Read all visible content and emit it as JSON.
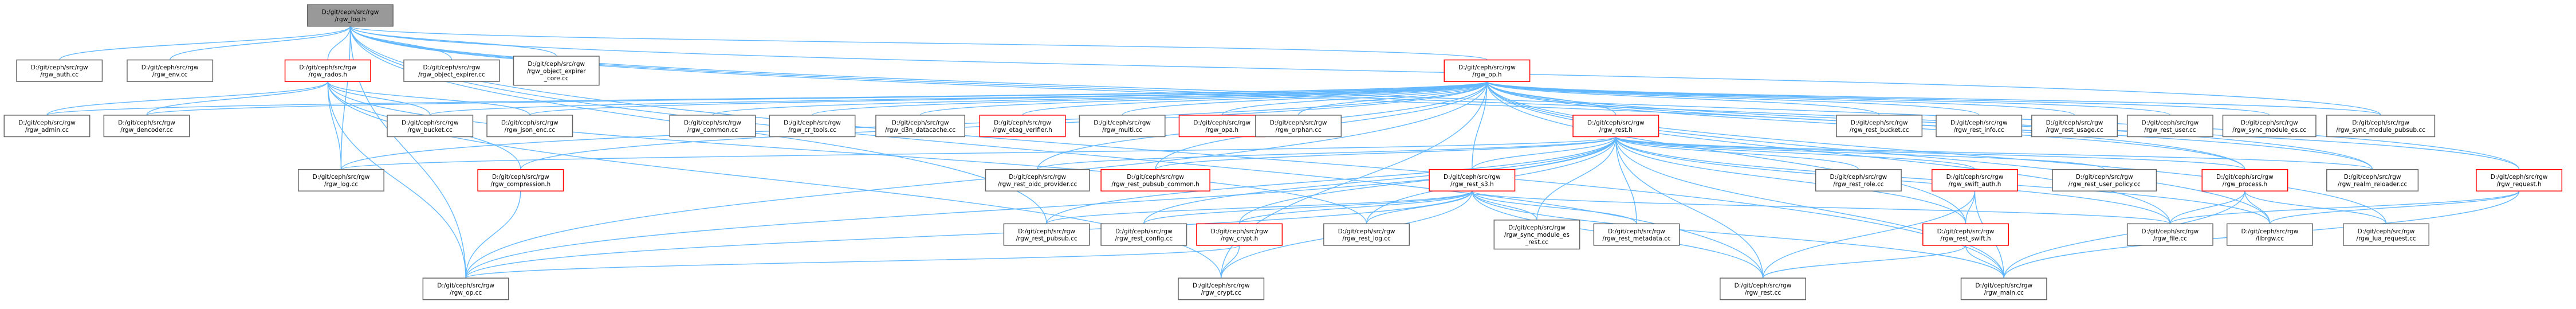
{
  "colors": {
    "edge": "#63b8ff",
    "node_border": "#666666",
    "node_border_incomplete": "#ff0000",
    "root_fill": "#999999",
    "node_fill": "#ffffff"
  },
  "nodes": [
    {
      "id": "n_log",
      "lines": [
        "D:/git/ceph/src/rgw",
        "/rgw_log.h"
      ],
      "root": true
    },
    {
      "id": "n_auth",
      "lines": [
        "D:/git/ceph/src/rgw",
        "/rgw_auth.cc"
      ]
    },
    {
      "id": "n_env",
      "lines": [
        "D:/git/ceph/src/rgw",
        "/rgw_env.cc"
      ]
    },
    {
      "id": "n_radoh",
      "lines": [
        "D:/git/ceph/src/rgw",
        "/rgw_rados.h"
      ],
      "incomplete": true
    },
    {
      "id": "n_objexp",
      "lines": [
        "D:/git/ceph/src/rgw",
        "/rgw_object_expirer.cc"
      ]
    },
    {
      "id": "n_objexpcore",
      "lines": [
        "D:/git/ceph/src/rgw",
        "/rgw_object_expirer",
        "_core.cc"
      ]
    },
    {
      "id": "n_oph",
      "lines": [
        "D:/git/ceph/src/rgw",
        "/rgw_op.h"
      ],
      "incomplete": true
    },
    {
      "id": "n_admin",
      "lines": [
        "D:/git/ceph/src/rgw",
        "/rgw_admin.cc"
      ]
    },
    {
      "id": "n_dencoder",
      "lines": [
        "D:/git/ceph/src/rgw",
        "/rgw_dencoder.cc"
      ]
    },
    {
      "id": "n_bucket",
      "lines": [
        "D:/git/ceph/src/rgw",
        "/rgw_bucket.cc"
      ]
    },
    {
      "id": "n_jsonenc",
      "lines": [
        "D:/git/ceph/src/rgw",
        "/rgw_json_enc.cc"
      ]
    },
    {
      "id": "n_common",
      "lines": [
        "D:/git/ceph/src/rgw",
        "/rgw_common.cc"
      ]
    },
    {
      "id": "n_crtools",
      "lines": [
        "D:/git/ceph/src/rgw",
        "/rgw_cr_tools.cc"
      ]
    },
    {
      "id": "n_d3n",
      "lines": [
        "D:/git/ceph/src/rgw",
        "/rgw_d3n_datacache.cc"
      ]
    },
    {
      "id": "n_etagh",
      "lines": [
        "D:/git/ceph/src/rgw",
        "/rgw_etag_verifier.h"
      ],
      "incomplete": true
    },
    {
      "id": "n_multi",
      "lines": [
        "D:/git/ceph/src/rgw",
        "/rgw_multi.cc"
      ]
    },
    {
      "id": "n_opah",
      "lines": [
        "D:/git/ceph/src/rgw",
        "/rgw_opa.h"
      ],
      "incomplete": true
    },
    {
      "id": "n_orphan",
      "lines": [
        "D:/git/ceph/src/rgw",
        "/rgw_orphan.cc"
      ]
    },
    {
      "id": "n_restbucket",
      "lines": [
        "D:/git/ceph/src/rgw",
        "/rgw_rest_bucket.cc"
      ]
    },
    {
      "id": "n_restinfo",
      "lines": [
        "D:/git/ceph/src/rgw",
        "/rgw_rest_info.cc"
      ]
    },
    {
      "id": "n_restusage",
      "lines": [
        "D:/git/ceph/src/rgw",
        "/rgw_rest_usage.cc"
      ]
    },
    {
      "id": "n_restuser",
      "lines": [
        "D:/git/ceph/src/rgw",
        "/rgw_rest_user.cc"
      ]
    },
    {
      "id": "n_syncmoduleses",
      "lines": [
        "D:/git/ceph/src/rgw",
        "/rgw_sync_module_es.cc"
      ]
    },
    {
      "id": "n_syncmodpubsub",
      "lines": [
        "D:/git/ceph/src/rgw",
        "/rgw_sync_module_pubsub.cc"
      ]
    },
    {
      "id": "n_resth",
      "lines": [
        "D:/git/ceph/src/rgw",
        "/rgw_rest.h"
      ],
      "incomplete": true
    },
    {
      "id": "n_logcc",
      "lines": [
        "D:/git/ceph/src/rgw",
        "/rgw_log.cc"
      ]
    },
    {
      "id": "n_comph",
      "lines": [
        "D:/git/ceph/src/rgw",
        "/rgw_compression.h"
      ],
      "incomplete": true
    },
    {
      "id": "n_restoidc",
      "lines": [
        "D:/git/ceph/src/rgw",
        "/rgw_rest_oidc_provider.cc"
      ]
    },
    {
      "id": "n_pubsubcommon",
      "lines": [
        "D:/git/ceph/src/rgw",
        "/rgw_rest_pubsub_common.h"
      ],
      "incomplete": true
    },
    {
      "id": "n_restrole",
      "lines": [
        "D:/git/ceph/src/rgw",
        "/rgw_rest_role.cc"
      ]
    },
    {
      "id": "n_swiftauthh",
      "lines": [
        "D:/git/ceph/src/rgw",
        "/rgw_swift_auth.h"
      ],
      "incomplete": true
    },
    {
      "id": "n_restuserpol",
      "lines": [
        "D:/git/ceph/src/rgw",
        "/rgw_rest_user_policy.cc"
      ]
    },
    {
      "id": "n_processh",
      "lines": [
        "D:/git/ceph/src/rgw",
        "/rgw_process.h"
      ],
      "incomplete": true
    },
    {
      "id": "n_realmreloader",
      "lines": [
        "D:/git/ceph/src/rgw",
        "/rgw_realm_reloader.cc"
      ]
    },
    {
      "id": "n_requesth",
      "lines": [
        "D:/git/ceph/src/rgw",
        "/rgw_request.h"
      ],
      "incomplete": true
    },
    {
      "id": "n_rests3h",
      "lines": [
        "D:/git/ceph/src/rgw",
        "/rgw_rest_s3.h"
      ],
      "incomplete": true
    },
    {
      "id": "n_cryptth",
      "lines": [
        "D:/git/ceph/src/rgw",
        "/rgw_crypt.h"
      ],
      "incomplete": true
    },
    {
      "id": "n_restpubsub",
      "lines": [
        "D:/git/ceph/src/rgw",
        "/rgw_rest_pubsub.cc"
      ]
    },
    {
      "id": "n_restconfig",
      "lines": [
        "D:/git/ceph/src/rgw",
        "/rgw_rest_config.cc"
      ]
    },
    {
      "id": "n_restlog",
      "lines": [
        "D:/git/ceph/src/rgw",
        "/rgw_rest_log.cc"
      ]
    },
    {
      "id": "n_syncmodesrest",
      "lines": [
        "D:/git/ceph/src/rgw",
        "/rgw_sync_module_es",
        "_rest.cc"
      ]
    },
    {
      "id": "n_restmetadata",
      "lines": [
        "D:/git/ceph/src/rgw",
        "/rgw_rest_metadata.cc"
      ]
    },
    {
      "id": "n_restswifth",
      "lines": [
        "D:/git/ceph/src/rgw",
        "/rgw_rest_swift.h"
      ],
      "incomplete": true
    },
    {
      "id": "n_file",
      "lines": [
        "D:/git/ceph/src/rgw",
        "/rgw_file.cc"
      ]
    },
    {
      "id": "n_librgw",
      "lines": [
        "D:/git/ceph/src/rgw",
        "/librgw.cc"
      ]
    },
    {
      "id": "n_luareq",
      "lines": [
        "D:/git/ceph/src/rgw",
        "/rgw_lua_request.cc"
      ]
    },
    {
      "id": "n_opcc",
      "lines": [
        "D:/git/ceph/src/rgw",
        "/rgw_op.cc"
      ]
    },
    {
      "id": "n_cryptcc",
      "lines": [
        "D:/git/ceph/src/rgw",
        "/rgw_crypt.cc"
      ]
    },
    {
      "id": "n_restcc",
      "lines": [
        "D:/git/ceph/src/rgw",
        "/rgw_rest.cc"
      ]
    },
    {
      "id": "n_main",
      "lines": [
        "D:/git/ceph/src/rgw",
        "/rgw_main.cc"
      ]
    }
  ],
  "edges": [
    [
      "n_log",
      "n_auth"
    ],
    [
      "n_log",
      "n_env"
    ],
    [
      "n_log",
      "n_radoh"
    ],
    [
      "n_log",
      "n_objexp"
    ],
    [
      "n_log",
      "n_objexpcore"
    ],
    [
      "n_log",
      "n_oph"
    ],
    [
      "n_log",
      "n_logcc"
    ],
    [
      "n_log",
      "n_opcc"
    ],
    [
      "n_log",
      "n_restcc"
    ],
    [
      "n_log",
      "n_main"
    ],
    [
      "n_log",
      "n_processh"
    ],
    [
      "n_log",
      "n_requesth"
    ],
    [
      "n_log",
      "n_realmreloader"
    ],
    [
      "n_log",
      "n_syncmodpubsub"
    ],
    [
      "n_log",
      "n_restpubsub"
    ],
    [
      "n_radoh",
      "n_admin"
    ],
    [
      "n_radoh",
      "n_dencoder"
    ],
    [
      "n_radoh",
      "n_bucket"
    ],
    [
      "n_radoh",
      "n_jsonenc"
    ],
    [
      "n_radoh",
      "n_logcc"
    ],
    [
      "n_radoh",
      "n_comph"
    ],
    [
      "n_radoh",
      "n_opcc"
    ],
    [
      "n_radoh",
      "n_cryptcc"
    ],
    [
      "n_radoh",
      "n_restlog"
    ],
    [
      "n_oph",
      "n_admin"
    ],
    [
      "n_oph",
      "n_dencoder"
    ],
    [
      "n_oph",
      "n_bucket"
    ],
    [
      "n_oph",
      "n_jsonenc"
    ],
    [
      "n_oph",
      "n_common"
    ],
    [
      "n_oph",
      "n_crtools"
    ],
    [
      "n_oph",
      "n_d3n"
    ],
    [
      "n_oph",
      "n_etagh"
    ],
    [
      "n_oph",
      "n_multi"
    ],
    [
      "n_oph",
      "n_opah"
    ],
    [
      "n_oph",
      "n_orphan"
    ],
    [
      "n_oph",
      "n_restbucket"
    ],
    [
      "n_oph",
      "n_restinfo"
    ],
    [
      "n_oph",
      "n_restusage"
    ],
    [
      "n_oph",
      "n_restuser"
    ],
    [
      "n_oph",
      "n_syncmoduleses"
    ],
    [
      "n_oph",
      "n_syncmodpubsub"
    ],
    [
      "n_oph",
      "n_resth"
    ],
    [
      "n_oph",
      "n_logcc"
    ],
    [
      "n_oph",
      "n_comph"
    ],
    [
      "n_oph",
      "n_restoidc"
    ],
    [
      "n_oph",
      "n_pubsubcommon"
    ],
    [
      "n_oph",
      "n_rests3h"
    ],
    [
      "n_oph",
      "n_processh"
    ],
    [
      "n_oph",
      "n_requesth"
    ],
    [
      "n_oph",
      "n_realmreloader"
    ],
    [
      "n_oph",
      "n_restswifth"
    ],
    [
      "n_oph",
      "n_opcc"
    ],
    [
      "n_oph",
      "n_cryptcc"
    ],
    [
      "n_oph",
      "n_file"
    ],
    [
      "n_oph",
      "n_librgw"
    ],
    [
      "n_oph",
      "n_luareq"
    ],
    [
      "n_resth",
      "n_logcc"
    ],
    [
      "n_resth",
      "n_restoidc"
    ],
    [
      "n_resth",
      "n_pubsubcommon"
    ],
    [
      "n_resth",
      "n_restrole"
    ],
    [
      "n_resth",
      "n_swiftauthh"
    ],
    [
      "n_resth",
      "n_restuserpol"
    ],
    [
      "n_resth",
      "n_processh"
    ],
    [
      "n_resth",
      "n_realmreloader"
    ],
    [
      "n_resth",
      "n_rests3h"
    ],
    [
      "n_resth",
      "n_cryptth"
    ],
    [
      "n_resth",
      "n_restpubsub"
    ],
    [
      "n_resth",
      "n_restconfig"
    ],
    [
      "n_resth",
      "n_restlog"
    ],
    [
      "n_resth",
      "n_syncmodesrest"
    ],
    [
      "n_resth",
      "n_restmetadata"
    ],
    [
      "n_resth",
      "n_restswifth"
    ],
    [
      "n_resth",
      "n_file"
    ],
    [
      "n_resth",
      "n_librgw"
    ],
    [
      "n_resth",
      "n_opcc"
    ],
    [
      "n_resth",
      "n_restcc"
    ],
    [
      "n_resth",
      "n_main"
    ],
    [
      "n_rests3h",
      "n_cryptth"
    ],
    [
      "n_rests3h",
      "n_restpubsub"
    ],
    [
      "n_rests3h",
      "n_restconfig"
    ],
    [
      "n_rests3h",
      "n_restlog"
    ],
    [
      "n_rests3h",
      "n_syncmodesrest"
    ],
    [
      "n_rests3h",
      "n_restmetadata"
    ],
    [
      "n_rests3h",
      "n_file"
    ],
    [
      "n_rests3h",
      "n_opcc"
    ],
    [
      "n_rests3h",
      "n_cryptcc"
    ],
    [
      "n_rests3h",
      "n_restcc"
    ],
    [
      "n_rests3h",
      "n_main"
    ],
    [
      "n_swiftauthh",
      "n_restswifth"
    ],
    [
      "n_swiftauthh",
      "n_restcc"
    ],
    [
      "n_swiftauthh",
      "n_main"
    ],
    [
      "n_restswifth",
      "n_restcc"
    ],
    [
      "n_restswifth",
      "n_main"
    ],
    [
      "n_cryptth",
      "n_opcc"
    ],
    [
      "n_cryptth",
      "n_cryptcc"
    ],
    [
      "n_processh",
      "n_file"
    ],
    [
      "n_processh",
      "n_librgw"
    ],
    [
      "n_processh",
      "n_luareq"
    ],
    [
      "n_processh",
      "n_main"
    ],
    [
      "n_requesth",
      "n_librgw"
    ],
    [
      "n_requesth",
      "n_main"
    ],
    [
      "n_requesth",
      "n_file"
    ],
    [
      "n_comph",
      "n_opcc"
    ]
  ]
}
